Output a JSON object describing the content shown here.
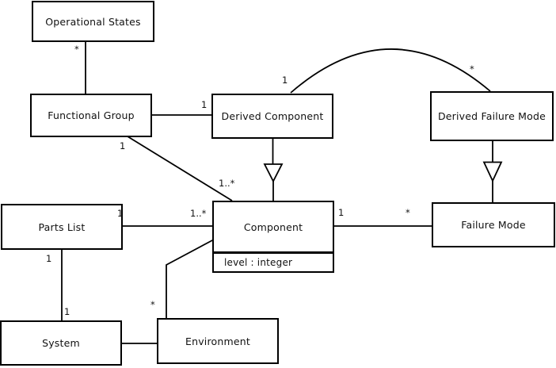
{
  "diagram": {
    "type": "uml-class-diagram",
    "background_color": "#ffffff",
    "line_color": "#000000",
    "nodes": {
      "operational_states": {
        "label": "Operational States"
      },
      "functional_group": {
        "label": "Functional Group"
      },
      "derived_component": {
        "label": "Derived Component"
      },
      "derived_failure_mode": {
        "label": "Derived Failure Mode"
      },
      "parts_list": {
        "label": "Parts List"
      },
      "component": {
        "label": "Component",
        "attribute": "level : integer"
      },
      "failure_mode": {
        "label": "Failure Mode"
      },
      "system": {
        "label": "System"
      },
      "environment": {
        "label": "Environment"
      }
    },
    "multiplicities": {
      "operational_states_end": "*",
      "functional_group_to_derived_component": "1",
      "functional_group_diagonal_near_group": "1",
      "functional_group_diagonal_near_component": "1..*",
      "parts_list_line_near_list": "1",
      "parts_list_line_near_component": "1..*",
      "component_line_near_component": "1",
      "component_line_near_failure_mode": "*",
      "parts_list_to_system_near_list": "1",
      "parts_list_to_system_near_system": "1",
      "environment_end": "*",
      "arc_near_derived_component": "1",
      "arc_near_derived_failure_mode": "*"
    },
    "edges": [
      {
        "from": "operational_states",
        "to": "functional_group",
        "type": "association"
      },
      {
        "from": "functional_group",
        "to": "derived_component",
        "type": "association"
      },
      {
        "from": "functional_group",
        "to": "component",
        "type": "association"
      },
      {
        "from": "derived_component",
        "to": "component",
        "type": "generalization-triangle"
      },
      {
        "from": "derived_component",
        "to": "derived_failure_mode",
        "type": "association-arc"
      },
      {
        "from": "derived_failure_mode",
        "to": "failure_mode",
        "type": "generalization-triangle"
      },
      {
        "from": "parts_list",
        "to": "component",
        "type": "association"
      },
      {
        "from": "component",
        "to": "failure_mode",
        "type": "association"
      },
      {
        "from": "parts_list",
        "to": "system",
        "type": "association"
      },
      {
        "from": "system",
        "to": "environment",
        "type": "association"
      },
      {
        "from": "environment",
        "to": "component",
        "type": "association"
      }
    ]
  }
}
